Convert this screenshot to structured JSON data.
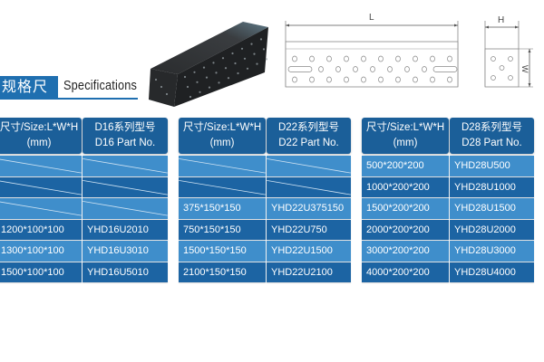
{
  "section_title": {
    "cn": "规格尺寸",
    "en": "Specifications"
  },
  "drawing": {
    "length_label": "L",
    "height_label": "H",
    "width_label": "W"
  },
  "colors": {
    "header_bg": "#1b5f99",
    "row_light": "#3f8ecb",
    "row_dark": "#1c64a3",
    "title_accent": "#1f6fb0"
  },
  "tables": [
    {
      "series": "D16",
      "headers": {
        "size_line1": "尺寸/Size:L*W*H",
        "size_line2": "(mm)",
        "part_line1": "D16系列型号",
        "part_line2": "D16 Part No."
      },
      "rows": [
        {
          "size": "",
          "part": "",
          "empty": true
        },
        {
          "size": "",
          "part": "",
          "empty": true
        },
        {
          "size": "",
          "part": "",
          "empty": true
        },
        {
          "size": "1200*100*100",
          "part": "YHD16U2010",
          "empty": false
        },
        {
          "size": "1300*100*100",
          "part": "YHD16U3010",
          "empty": false
        },
        {
          "size": "1500*100*100",
          "part": "YHD16U5010",
          "empty": false
        }
      ]
    },
    {
      "series": "D22",
      "headers": {
        "size_line1": "尺寸/Size:L*W*H",
        "size_line2": "(mm)",
        "part_line1": "D22系列型号",
        "part_line2": "D22 Part No."
      },
      "rows": [
        {
          "size": "",
          "part": "",
          "empty": true
        },
        {
          "size": "",
          "part": "",
          "empty": true
        },
        {
          "size": "375*150*150",
          "part": "YHD22U375150",
          "empty": false
        },
        {
          "size": "750*150*150",
          "part": "YHD22U750",
          "empty": false
        },
        {
          "size": "1500*150*150",
          "part": "YHD22U1500",
          "empty": false
        },
        {
          "size": "2100*150*150",
          "part": "YHD22U2100",
          "empty": false
        }
      ]
    },
    {
      "series": "D28",
      "headers": {
        "size_line1": "尺寸/Size:L*W*H",
        "size_line2": "(mm)",
        "part_line1": "D28系列型号",
        "part_line2": "D28 Part No."
      },
      "rows": [
        {
          "size": "500*200*200",
          "part": "YHD28U500",
          "empty": false
        },
        {
          "size": "1000*200*200",
          "part": "YHD28U1000",
          "empty": false
        },
        {
          "size": "1500*200*200",
          "part": "YHD28U1500",
          "empty": false
        },
        {
          "size": "2000*200*200",
          "part": "YHD28U2000",
          "empty": false
        },
        {
          "size": "3000*200*200",
          "part": "YHD28U3000",
          "empty": false
        },
        {
          "size": "4000*200*200",
          "part": "YHD28U4000",
          "empty": false
        }
      ]
    }
  ]
}
